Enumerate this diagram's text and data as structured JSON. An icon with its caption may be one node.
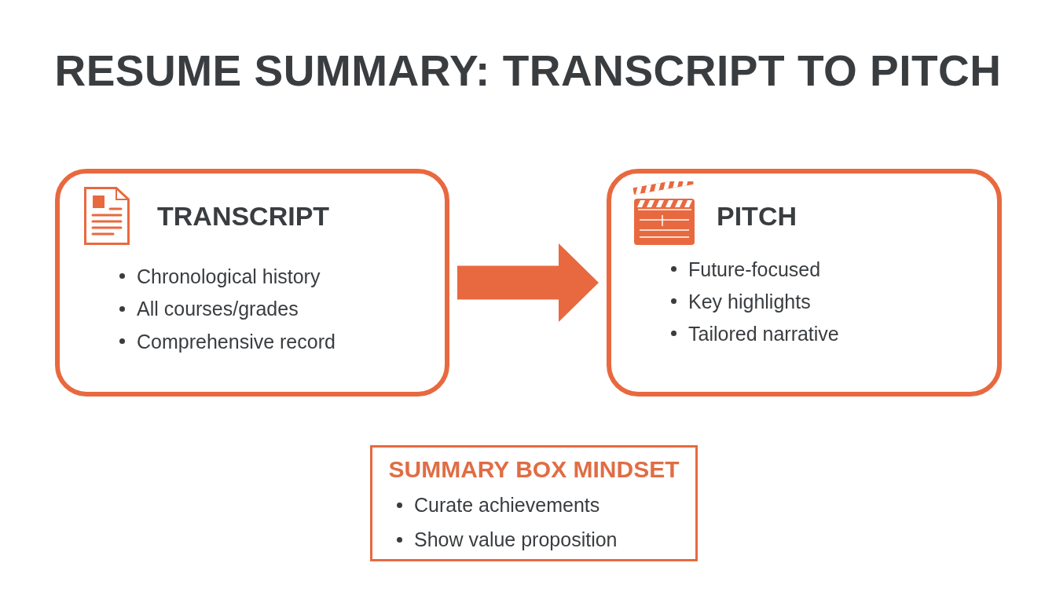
{
  "diagram": {
    "title": "RESUME SUMMARY: TRANSCRIPT TO PITCH",
    "nodes": [
      {
        "text": [
          "TRANSCRIPT",
          "Chronological history",
          "All courses/grades",
          "Comprehensive record"
        ]
      },
      {
        "text": [
          "PITCH",
          "Future-focused",
          "Key highlights",
          "Tailored narrative"
        ]
      },
      {
        "text": [
          "SUMMARY BOX MINDSET",
          "Curate achievements",
          "Show value proposition"
        ]
      }
    ],
    "edges": [
      {
        "from": 0,
        "to": 1,
        "arrow": "to",
        "style": "thick"
      }
    ]
  }
}
